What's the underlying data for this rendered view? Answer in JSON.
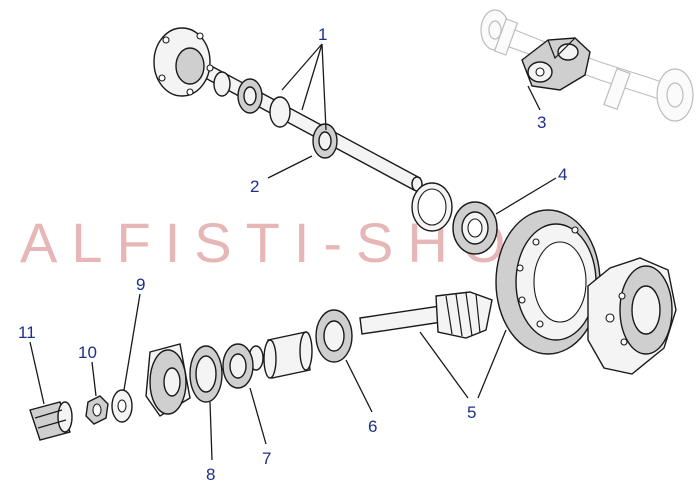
{
  "watermark": {
    "text": "ALFISTI-SHOP",
    "color": "#e7b7b7"
  },
  "colors": {
    "callout": "#1f2f8a",
    "line": "#1a1a1a"
  },
  "callouts": {
    "c1": "1",
    "c2": "2",
    "c3": "3",
    "c4": "4",
    "c5": "5",
    "c6": "6",
    "c7": "7",
    "c8": "8",
    "c9": "9",
    "c10": "10",
    "c11": "11"
  }
}
